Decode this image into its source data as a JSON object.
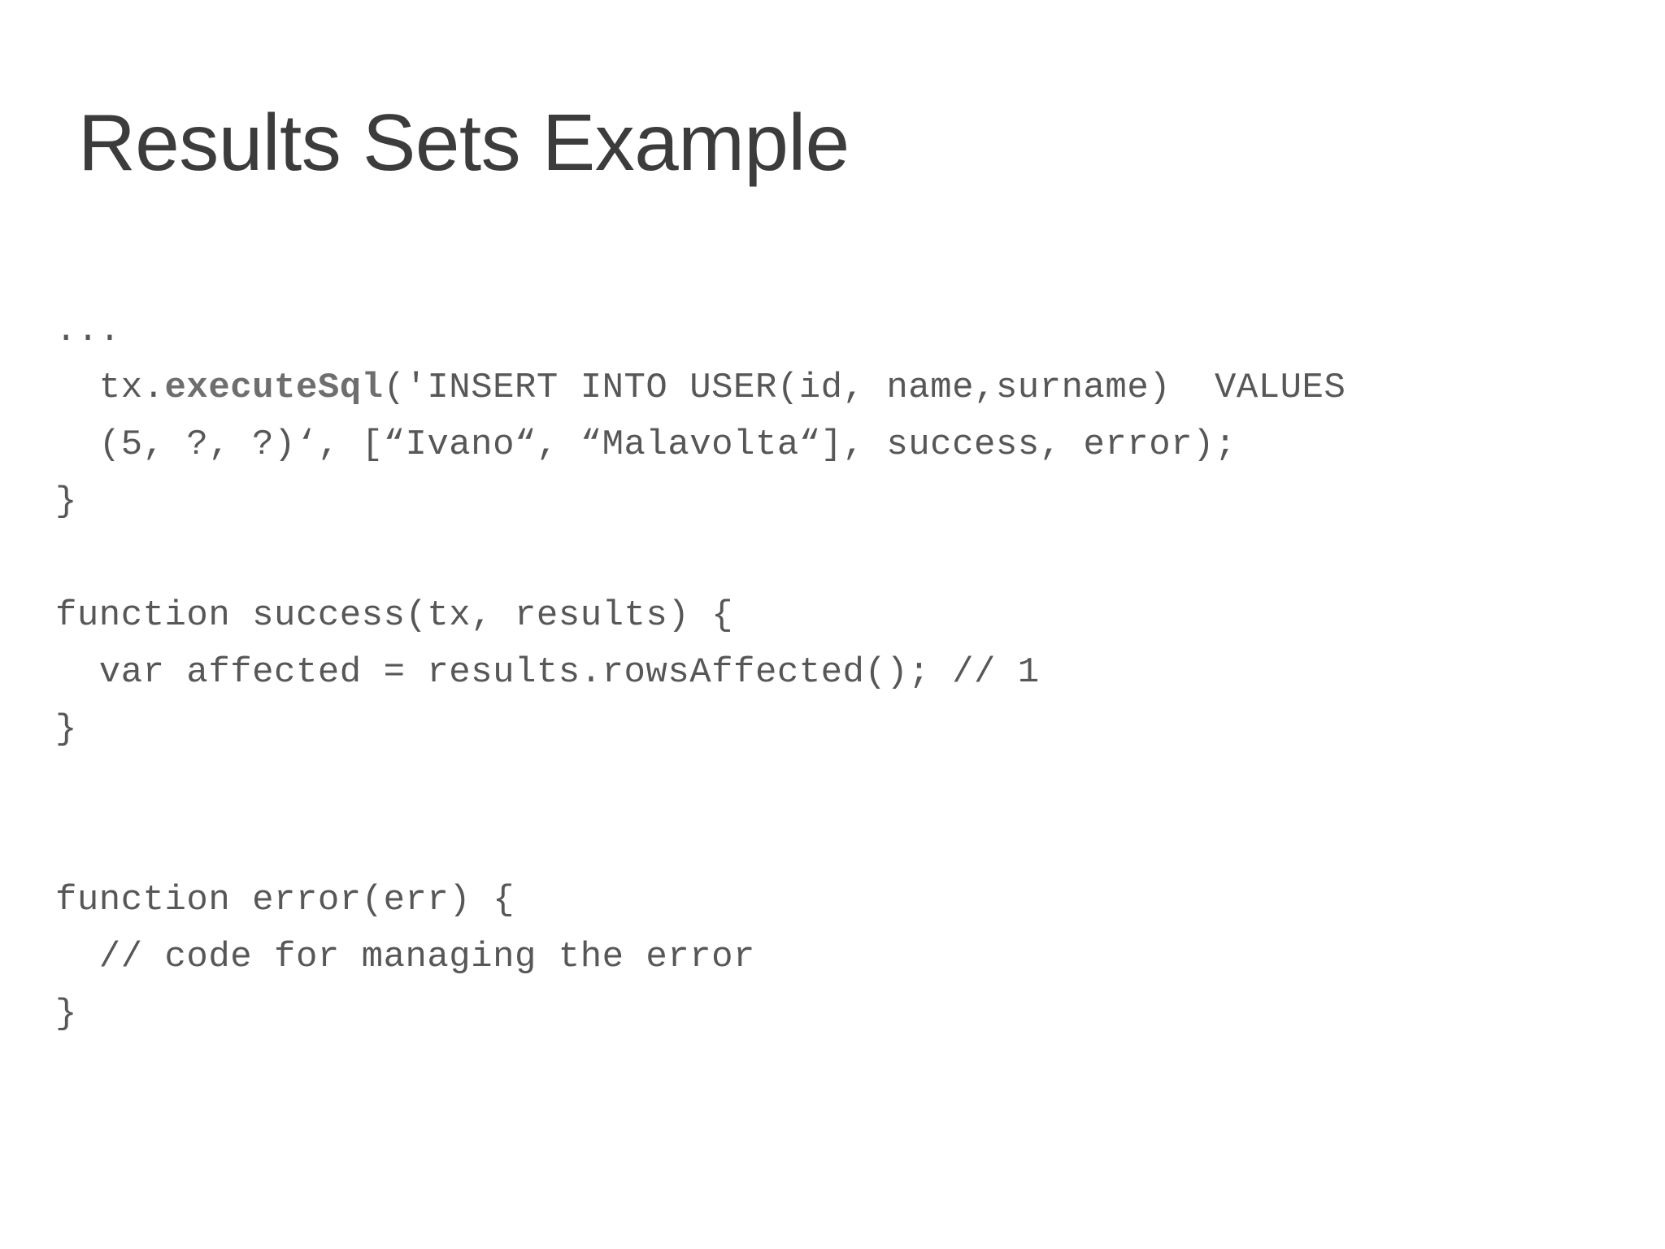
{
  "slide": {
    "title": "Results Sets Example",
    "background_color": "#ffffff",
    "title_color": "#3c3c3c",
    "code_color": "#575757",
    "code_bold_color": "#6e6e6e"
  },
  "code": {
    "language": "javascript",
    "lines": [
      {
        "id": "line-1",
        "indent": 0,
        "text": "..."
      },
      {
        "id": "line-2",
        "indent": 2,
        "pre": "tx.",
        "bold": "executeSql",
        "post": "('INSERT INTO USER(id, name,surname)  VALUES"
      },
      {
        "id": "line-3",
        "indent": 2,
        "text": "(5, ?, ?)‘, [“Ivano“, “Malavolta“], success, error);"
      },
      {
        "id": "line-4",
        "indent": 0,
        "text": "}"
      },
      {
        "id": "line-5",
        "indent": 0,
        "text": ""
      },
      {
        "id": "line-6",
        "indent": 0,
        "text": "function success(tx, results) {"
      },
      {
        "id": "line-7",
        "indent": 2,
        "text": "var affected = results.rowsAffected(); // 1"
      },
      {
        "id": "line-8",
        "indent": 0,
        "text": "}"
      },
      {
        "id": "line-9",
        "indent": 0,
        "text": ""
      },
      {
        "id": "line-10",
        "indent": 0,
        "text": ""
      },
      {
        "id": "line-11",
        "indent": 0,
        "text": "function error(err) {"
      },
      {
        "id": "line-12",
        "indent": 2,
        "text": "// code for managing the error"
      },
      {
        "id": "line-13",
        "indent": 0,
        "text": "}"
      }
    ]
  }
}
